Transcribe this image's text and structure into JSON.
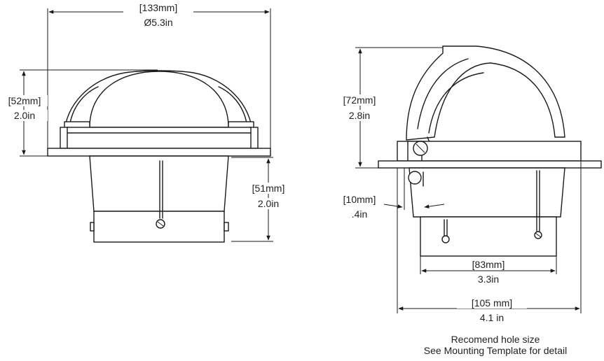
{
  "left_view": {
    "width_mm": "133mm",
    "width_in": "Ø5.3in",
    "height_above_mm": "52mm",
    "height_above_in": "2.0in",
    "depth_below_mm": "51mm",
    "depth_below_in": "2.0in"
  },
  "right_view": {
    "height_mm": "72mm",
    "height_in": "2.8in",
    "flange_mm": "10mm",
    "flange_in": ".4in",
    "inner_mm": "83mm",
    "inner_in": "3.3in",
    "hole_mm": "105 mm",
    "hole_in": "4.1 in"
  },
  "note": {
    "line1": "Recomend hole size",
    "line2": "See Mounting Template for detail"
  }
}
